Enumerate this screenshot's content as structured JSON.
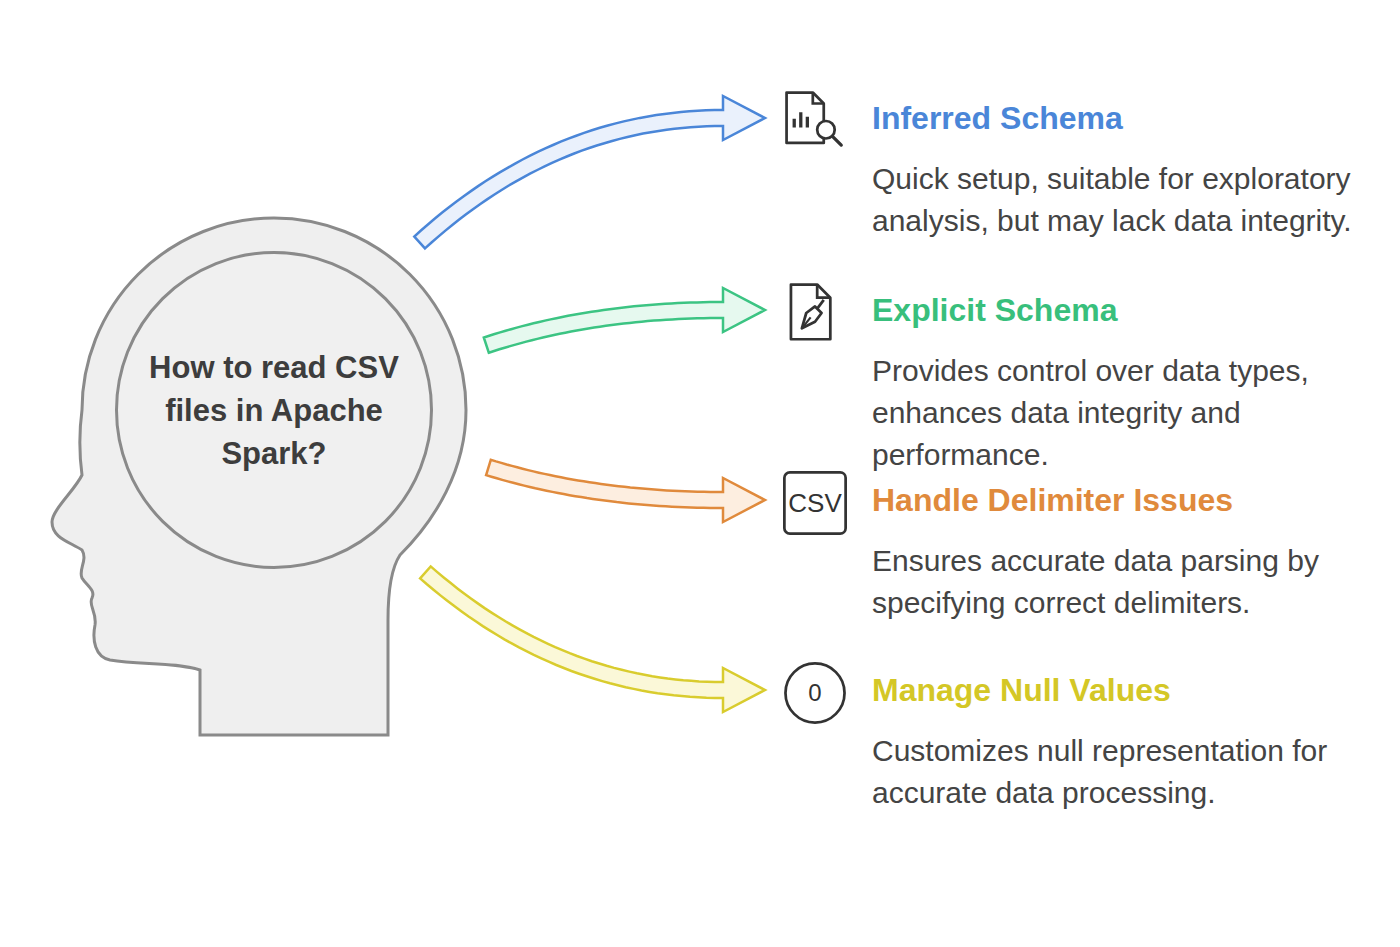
{
  "diagram": {
    "nodes": [
      {
        "text": [
          "How to read CSV files in Apache Spark?"
        ]
      },
      {
        "text": [
          "Inferred Schema",
          "Quick setup, suitable for exploratory analysis, but may lack data integrity."
        ]
      },
      {
        "text": [
          "Explicit Schema",
          "Provides control over data types, enhances data integrity and performance."
        ]
      },
      {
        "text": [
          "Handle Delimiter Issues",
          "Ensures accurate data parsing by specifying correct delimiters."
        ]
      },
      {
        "text": [
          "Manage Null Values",
          "Customizes null representation for accurate data processing."
        ]
      }
    ],
    "edges": [
      {
        "from": 0,
        "to": 1,
        "arrow": "to"
      },
      {
        "from": 0,
        "to": 2,
        "arrow": "to"
      },
      {
        "from": 0,
        "to": 3,
        "arrow": "to"
      },
      {
        "from": 0,
        "to": 4,
        "arrow": "to"
      }
    ],
    "labels": [
      "CSV",
      "0"
    ]
  }
}
